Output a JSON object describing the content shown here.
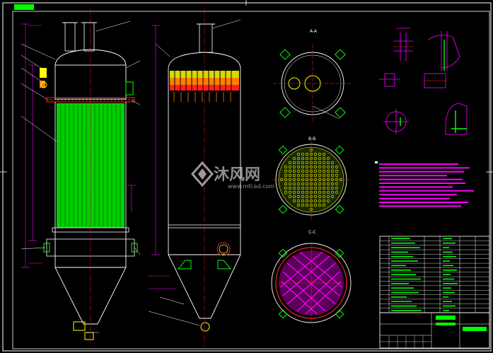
{
  "drawing": {
    "section_labels": [
      "A-A",
      "B-B",
      "C-C"
    ],
    "watermark": {
      "brand": "沐风网",
      "url": "www.mfcad.com"
    },
    "colors": {
      "background": "#000000",
      "frame": "#ffffff",
      "magenta": "#ff00ff",
      "green": "#00ff00",
      "yellow": "#ffff00",
      "red": "#ff2020",
      "orange": "#ff8000",
      "cyan": "#00ffff",
      "title_block_fill": "#00ff00"
    }
  }
}
